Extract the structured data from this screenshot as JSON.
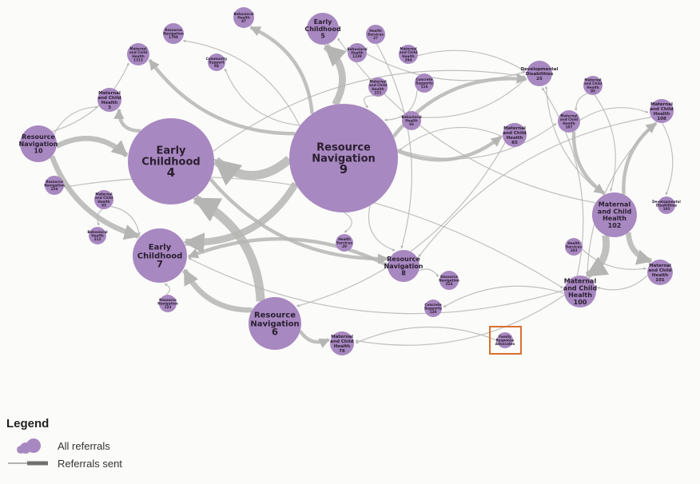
{
  "nodes": [
    {
      "id": "rn9",
      "label": [
        "Resource",
        "Navigation",
        "9"
      ]
    },
    {
      "id": "ec4",
      "label": [
        "Early",
        "Childhood",
        "4"
      ]
    },
    {
      "id": "ec7",
      "label": [
        "Early",
        "Childhood",
        "7"
      ]
    },
    {
      "id": "rn6",
      "label": [
        "Resource",
        "Navigation",
        "6"
      ]
    },
    {
      "id": "rn10",
      "label": [
        "Resource",
        "Navigation",
        "10"
      ]
    },
    {
      "id": "ec5",
      "label": [
        "Early",
        "Childhood",
        "5"
      ]
    },
    {
      "id": "bh87",
      "label": [
        "Behavioral",
        "Health",
        "87"
      ]
    },
    {
      "id": "rn1799",
      "label": [
        "Resource",
        "Navigation",
        "1799"
      ]
    },
    {
      "id": "mch1213",
      "label": [
        "Maternal",
        "and Child",
        "Health",
        "1213"
      ]
    },
    {
      "id": "cs94",
      "label": [
        "Community",
        "Support",
        "94"
      ]
    },
    {
      "id": "mch3",
      "label": [
        "Maternal",
        "and Child",
        "Health",
        "3"
      ]
    },
    {
      "id": "rn226",
      "label": [
        "Resource",
        "Navigation",
        "226"
      ]
    },
    {
      "id": "mch83",
      "label": [
        "Maternal",
        "and Child",
        "Health",
        "83"
      ]
    },
    {
      "id": "bh212",
      "label": [
        "Behavioral",
        "Health",
        "212"
      ]
    },
    {
      "id": "rn123",
      "label": [
        "Resource",
        "Navigation",
        "123"
      ]
    },
    {
      "id": "hs27",
      "label": [
        "Health",
        "Services",
        "27"
      ]
    },
    {
      "id": "bh1239",
      "label": [
        "Behavioral",
        "Health",
        "1239"
      ]
    },
    {
      "id": "mch294",
      "label": [
        "Maternal",
        "and Child",
        "Health",
        "294"
      ]
    },
    {
      "id": "mch221",
      "label": [
        "Maternal",
        "and Child",
        "Health",
        "221"
      ]
    },
    {
      "id": "cs116",
      "label": [
        "Concrete",
        "Supports",
        "116"
      ]
    },
    {
      "id": "bh66",
      "label": [
        "Behavioral",
        "Health",
        "66"
      ]
    },
    {
      "id": "dd25",
      "label": [
        "Developmental",
        "Disabilities",
        "25"
      ]
    },
    {
      "id": "mch85",
      "label": [
        "Maternal",
        "and Child",
        "Health",
        "85"
      ]
    },
    {
      "id": "mch95",
      "label": [
        "Maternal",
        "and Child",
        "Health",
        "95"
      ]
    },
    {
      "id": "mch107",
      "label": [
        "Maternal",
        "and Child",
        "Health",
        "107"
      ]
    },
    {
      "id": "mch108",
      "label": [
        "Maternal",
        "and Child",
        "Health",
        "108"
      ]
    },
    {
      "id": "mch102",
      "label": [
        "Maternal",
        "and Child",
        "Health",
        "102"
      ]
    },
    {
      "id": "dd105",
      "label": [
        "Developmental",
        "Disabilities",
        "105"
      ]
    },
    {
      "id": "hs103",
      "label": [
        "Health",
        "Services",
        "103"
      ]
    },
    {
      "id": "mch101",
      "label": [
        "Maternal",
        "and Child",
        "Health",
        "101"
      ]
    },
    {
      "id": "mch100",
      "label": [
        "Maternal",
        "and Child",
        "Health",
        "100"
      ]
    },
    {
      "id": "rn8",
      "label": [
        "Resource",
        "Navigation",
        "8"
      ]
    },
    {
      "id": "rn224",
      "label": [
        "Resource",
        "Navigation",
        "224"
      ]
    },
    {
      "id": "hs29",
      "label": [
        "Health",
        "Services",
        "29"
      ]
    },
    {
      "id": "cs120",
      "label": [
        "Concrete",
        "Supports",
        "120"
      ]
    },
    {
      "id": "mch76",
      "label": [
        "Maternal",
        "and Child",
        "Health",
        "76"
      ]
    },
    {
      "id": "fra",
      "label": [
        "Family",
        "Response",
        "Advocates"
      ]
    }
  ],
  "edges": [
    {
      "s": "rn9",
      "t": "ec4",
      "w": 5
    },
    {
      "s": "rn9",
      "t": "ec5",
      "w": 4
    },
    {
      "s": "rn9",
      "t": "ec7",
      "w": 4
    },
    {
      "s": "rn6",
      "t": "ec4",
      "w": 5
    },
    {
      "s": "rn6",
      "t": "ec7",
      "w": 3
    },
    {
      "s": "rn6",
      "t": "mch76",
      "w": 2
    },
    {
      "s": "rn10",
      "t": "ec4",
      "w": 3
    },
    {
      "s": "rn10",
      "t": "ec7",
      "w": 3
    },
    {
      "s": "rn10",
      "t": "mch3",
      "w": 1
    },
    {
      "s": "rn10",
      "t": "mch1213",
      "w": 1
    },
    {
      "s": "ec4",
      "t": "mch3",
      "w": 2
    },
    {
      "s": "rn9",
      "t": "bh87",
      "w": 2
    },
    {
      "s": "rn9",
      "t": "mch1213",
      "w": 2
    },
    {
      "s": "rn9",
      "t": "rn1799",
      "w": 1
    },
    {
      "s": "rn9",
      "t": "cs94",
      "w": 1
    },
    {
      "s": "rn9",
      "t": "mch85",
      "w": 2
    },
    {
      "s": "rn9",
      "t": "dd25",
      "w": 2
    },
    {
      "s": "rn9",
      "t": "rn8",
      "w": 1
    },
    {
      "s": "rn9",
      "t": "hs29",
      "w": 1
    },
    {
      "s": "bh66",
      "t": "dd25",
      "w": 1
    },
    {
      "s": "mch294",
      "t": "dd25",
      "w": 1
    },
    {
      "s": "bh1239",
      "t": "dd25",
      "w": 1
    },
    {
      "s": "cs116",
      "t": "rn9",
      "w": 1
    },
    {
      "s": "mch221",
      "t": "rn9",
      "w": 1
    },
    {
      "s": "hs27",
      "t": "rn8",
      "w": 1
    },
    {
      "s": "mch85",
      "t": "rn9",
      "w": 1
    },
    {
      "s": "mch85",
      "t": "rn6",
      "w": 1
    },
    {
      "s": "ec4",
      "t": "rn8",
      "w": 2
    },
    {
      "s": "rn8",
      "t": "rn224",
      "w": 1
    },
    {
      "s": "rn8",
      "t": "ec7",
      "w": 2
    },
    {
      "s": "mch83",
      "t": "ec7",
      "w": 1
    },
    {
      "s": "mch83",
      "t": "bh212",
      "w": 1
    },
    {
      "s": "rn226",
      "t": "mch100",
      "w": 1
    },
    {
      "s": "rn123",
      "t": "ec7",
      "w": 1
    },
    {
      "s": "mch102",
      "t": "mch100",
      "w": 4
    },
    {
      "s": "mch102",
      "t": "mch101",
      "w": 3
    },
    {
      "s": "mch102",
      "t": "mch108",
      "w": 2
    },
    {
      "s": "mch107",
      "t": "mch102",
      "w": 2
    },
    {
      "s": "mch95",
      "t": "mch102",
      "w": 1
    },
    {
      "s": "mch95",
      "t": "mch107",
      "w": 1
    },
    {
      "s": "mch107",
      "t": "mch108",
      "w": 1
    },
    {
      "s": "mch108",
      "t": "mch100",
      "w": 1
    },
    {
      "s": "mch108",
      "t": "dd105",
      "w": 1
    },
    {
      "s": "hs103",
      "t": "mch101",
      "w": 1
    },
    {
      "s": "mch101",
      "t": "mch100",
      "w": 1
    },
    {
      "s": "mch100",
      "t": "cs120",
      "w": 1
    },
    {
      "s": "mch100",
      "t": "mch76",
      "w": 1
    },
    {
      "s": "mch100",
      "t": "dd25",
      "w": 1
    },
    {
      "s": "mch100",
      "t": "ec7",
      "w": 1
    },
    {
      "s": "fra",
      "t": "mch76",
      "w": 1
    },
    {
      "s": "mch102",
      "t": "dd25",
      "w": 1
    },
    {
      "s": "rn9",
      "t": "mch107",
      "w": 1
    },
    {
      "s": "mch102",
      "t": "ec5",
      "w": 1
    },
    {
      "s": "mch108",
      "t": "rn8",
      "w": 1
    },
    {
      "s": "ec4",
      "t": "dd25",
      "w": 1
    }
  ],
  "legend": {
    "title": "Legend",
    "nodes_label": "All referrals",
    "edges_label": "Referrals sent"
  },
  "colors": {
    "node": "#a888c0",
    "edge": "#b5b5b3",
    "highlight": "#d9702f"
  }
}
